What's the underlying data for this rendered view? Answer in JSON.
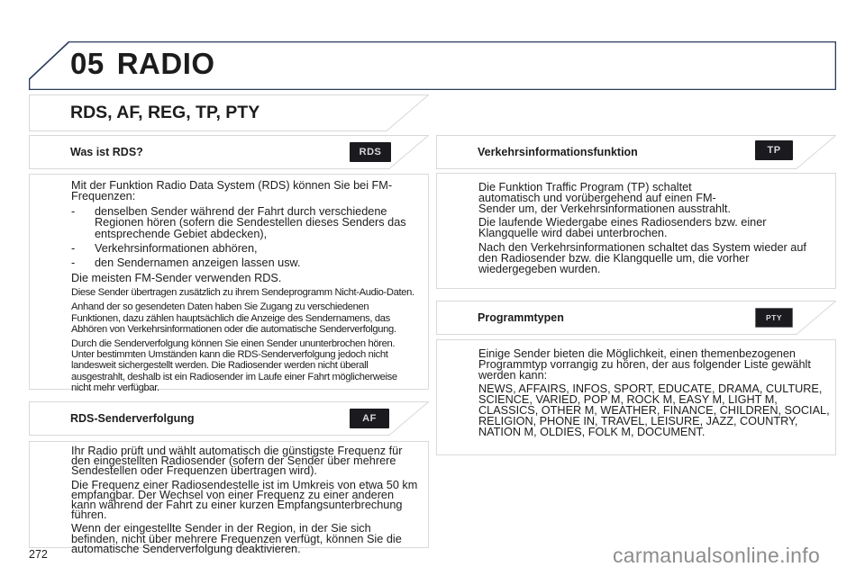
{
  "chapter": {
    "number": "05",
    "title": "RADIO",
    "border_color": "#2b3b5a"
  },
  "section": {
    "title": "RDS, AF, REG, TP, PTY"
  },
  "left_column": {
    "rds": {
      "heading": "Was ist RDS?",
      "badge": "RDS",
      "intro": "Mit der Funktion Radio Data System (RDS) können Sie bei FM-Frequenzen:",
      "bullets": [
        "denselben Sender während der Fahrt durch verschiedene Regionen hören (sofern die Sendestellen dieses Senders das entsprechende Gebiet abdecken),",
        "Verkehrsinformationen abhören,",
        "den Sendernamen anzeigen lassen usw."
      ],
      "bullet_marker": "-",
      "p_most": "Die meisten FM-Sender verwenden RDS.",
      "p_small_1": "Diese Sender übertragen zusätzlich zu ihrem Sendeprogramm Nicht-Audio-Daten.",
      "p_small_2": "Anhand der so gesendeten Daten haben Sie Zugang zu verschiedenen Funktionen, dazu zählen hauptsächlich die Anzeige des Sendernamens, das Abhören von Verkehrsinformationen oder die automatische Senderverfolgung.",
      "p_small_3": "Durch die Senderverfolgung können Sie einen Sender ununterbrochen hören. Unter bestimmten Umständen kann die RDS-Senderverfolgung jedoch nicht landesweit sichergestellt werden. Die Radiosender werden nicht überall ausgestrahlt, deshalb ist ein Radiosender im Laufe einer Fahrt möglicherweise nicht mehr verfügbar."
    },
    "af": {
      "heading": "RDS-Senderverfolgung",
      "badge": "AF",
      "paragraphs": [
        "Ihr Radio prüft und wählt automatisch die günstigste Frequenz für den eingestellten Radiosender (sofern der Sender über mehrere Sendestellen oder Frequenzen übertragen wird).",
        "Die Frequenz einer Radiosendestelle ist im Umkreis von etwa 50 km empfangbar. Der Wechsel von einer Frequenz zu einer anderen kann während der Fahrt zu einer kurzen Empfangsunterbrechung führen.",
        "Wenn der eingestellte Sender in der Region, in der Sie sich befinden, nicht über mehrere Frequenzen verfügt, können Sie die automatische Senderverfolgung deaktivieren."
      ]
    }
  },
  "right_column": {
    "tp": {
      "heading": "Verkehrsinformationsfunktion",
      "badge": "TP",
      "paragraphs": [
        "Die Funktion Traffic Program (TP) schaltet automatisch und vorübergehend auf einen FM-Sender um, der Verkehrsinformationen ausstrahlt.",
        "Die laufende Wiedergabe eines Radiosenders bzw. einer Klangquelle wird dabei unterbrochen.",
        "Nach den Verkehrsinformationen schaltet das System wieder auf den Radiosender bzw. die Klangquelle um, die vorher wiedergegeben wurden."
      ]
    },
    "pty": {
      "heading": "Programmtypen",
      "badge": "PTY",
      "paragraphs": [
        "Einige Sender bieten die Möglichkeit, einen themenbezogenen Programmtyp vorrangig zu hören, der aus folgender Liste gewählt werden kann:",
        "NEWS, AFFAIRS, INFOS, SPORT, EDUCATE, DRAMA, CULTURE, SCIENCE, VARIED, POP M, ROCK M, EASY M, LIGHT M, CLASSICS, OTHER M, WEATHER, FINANCE, CHILDREN, SOCIAL, RELIGION, PHONE IN, TRAVEL, LEISURE, JAZZ, COUNTRY, NATION M, OLDIES, FOLK M, DOCUMENT."
      ]
    }
  },
  "footer": {
    "page_number": "272",
    "watermark": "carmanualsonline.info"
  }
}
